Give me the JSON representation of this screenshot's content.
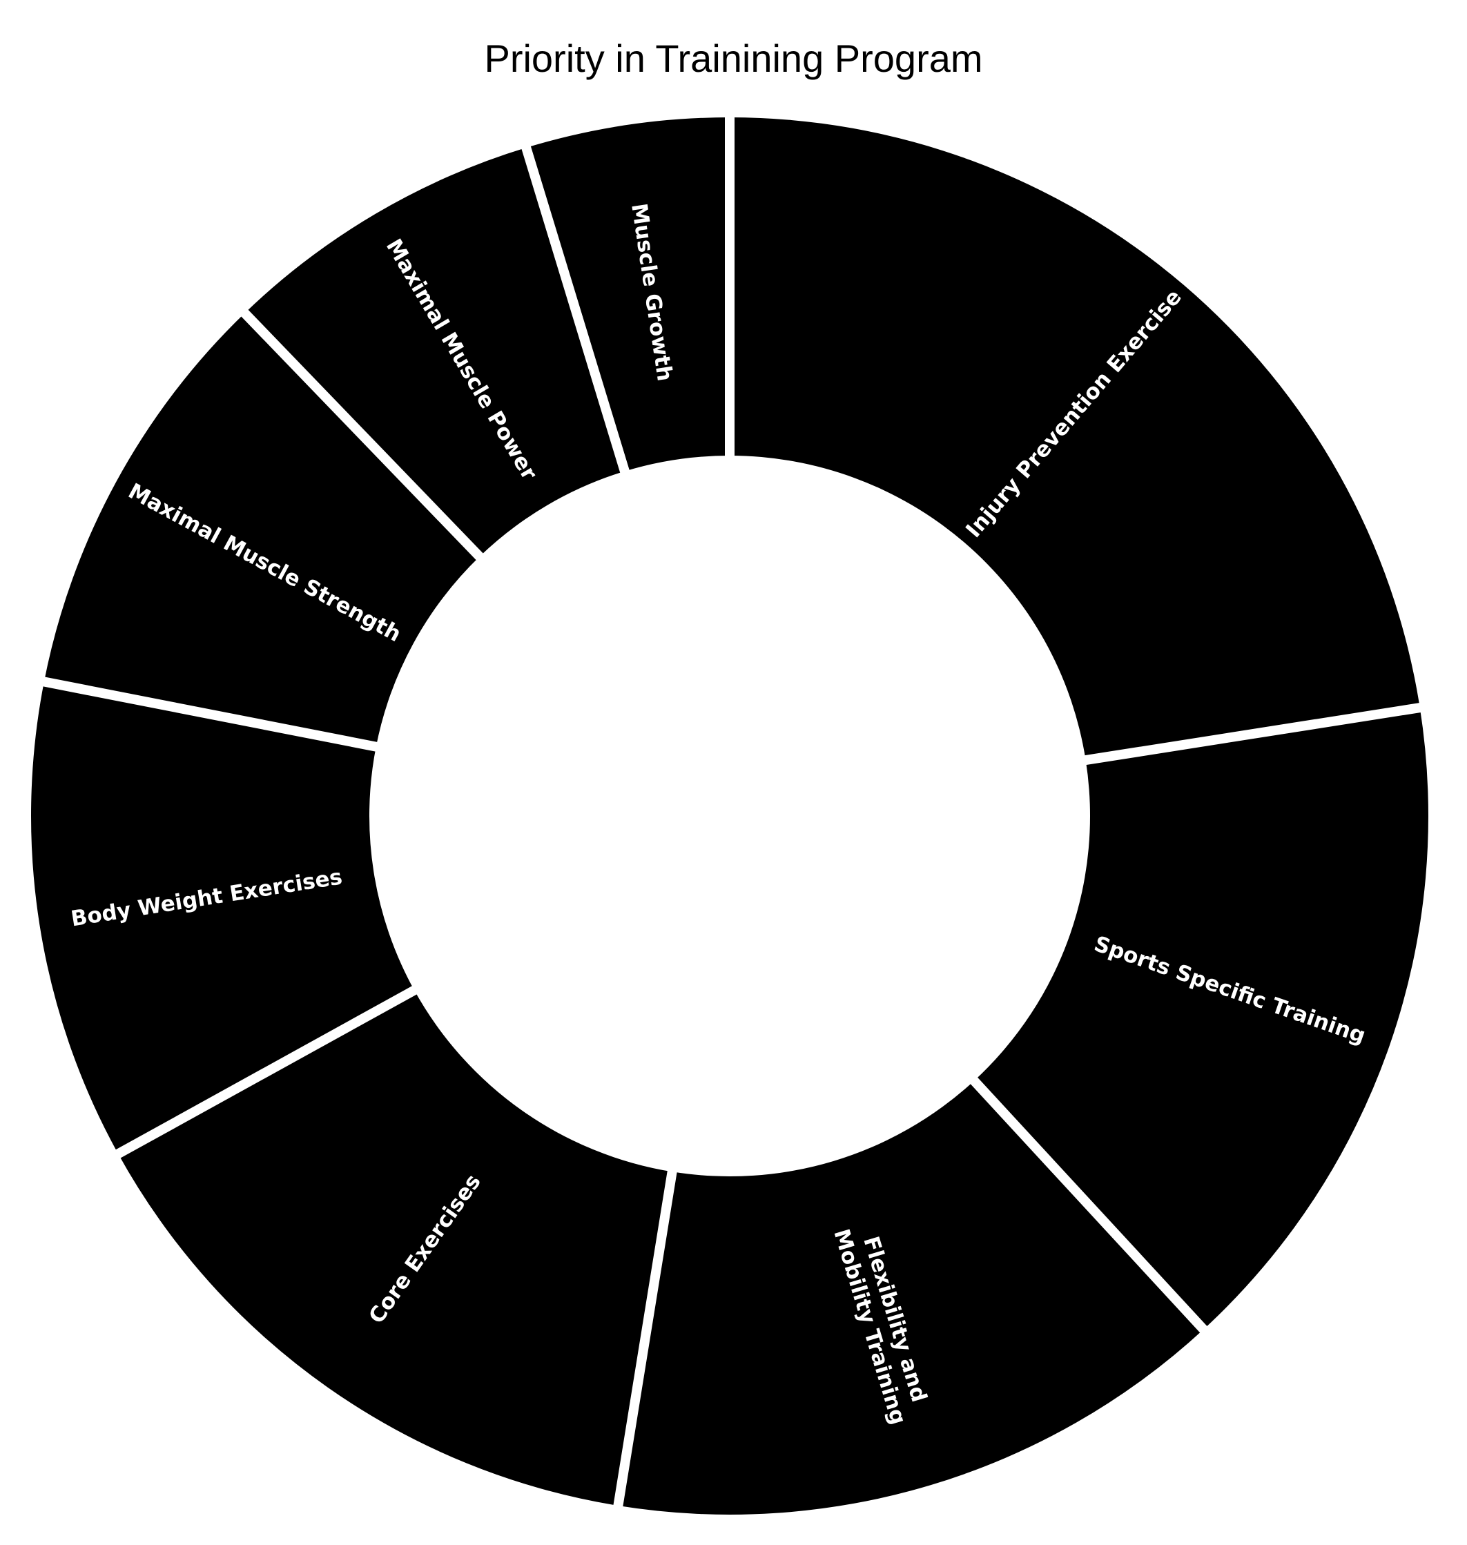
{
  "chart_data": {
    "type": "pie",
    "variant": "donut",
    "title": "Priority in Trainining Program",
    "start_angle_deg": 0,
    "direction": "clockwise",
    "segment_color": "#000000",
    "gap_color": "#ffffff",
    "label_color": "#ffffff",
    "segments": [
      {
        "label": "Injury Prevention Exercise",
        "value": 22.5
      },
      {
        "label": "Sports Specific Training",
        "value": 15.6
      },
      {
        "label": "Flexibility and Mobility Training",
        "value": 14.4
      },
      {
        "label": "Core Exercises",
        "value": 14.4
      },
      {
        "label": "Body Weight Exercises",
        "value": 11.1
      },
      {
        "label": "Maximal Muscle Strength",
        "value": 9.7
      },
      {
        "label": "Maximal Muscle Power",
        "value": 7.5
      },
      {
        "label": "Muscle Growth",
        "value": 4.7
      }
    ]
  }
}
